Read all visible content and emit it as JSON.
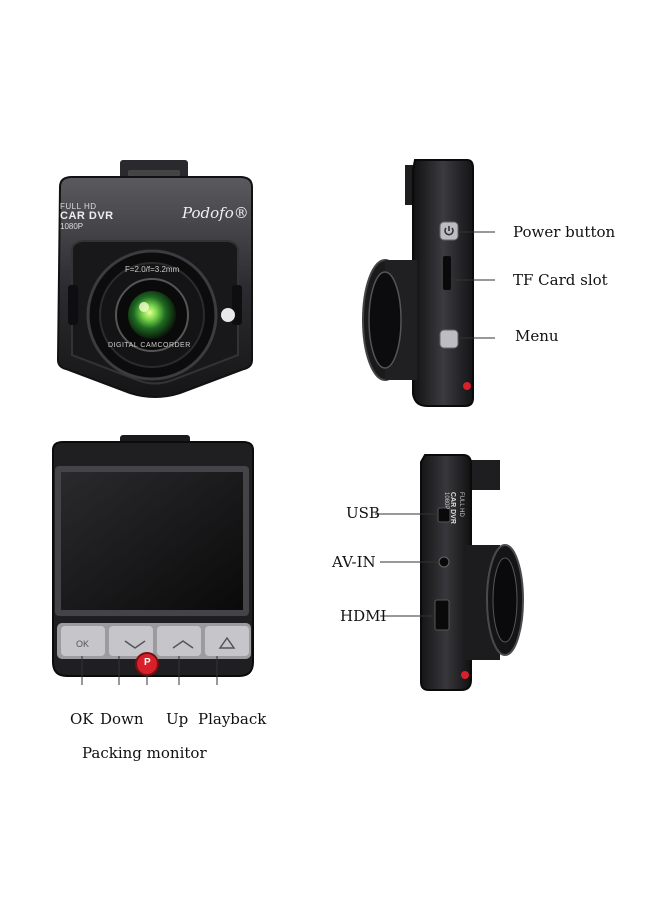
{
  "front": {
    "badge_line1": "FULL HD",
    "badge_line2": "CAR DVR",
    "badge_line3": "1080P",
    "brand": "Podofo®",
    "lens_spec": "F=2.0/f=3.2mm",
    "lens_ring_text": "DIGITAL CAMCORDER"
  },
  "side_right": {
    "power_label": "Power button",
    "tf_label": "TF Card slot",
    "menu_label": "Menu"
  },
  "back": {
    "ok_label": "OK",
    "down_label": "Down",
    "up_label": "Up",
    "playback_label": "Playback",
    "parking_label": "Packing monitor",
    "p_button_glyph": "P",
    "ok_button_glyph": "OK"
  },
  "side_left": {
    "usb_label": "USB",
    "av_label": "AV-IN",
    "hdmi_label": "HDMI",
    "badge_line1": "FULL HD",
    "badge_line2": "CAR DVR",
    "badge_line3": "1080P"
  },
  "colors": {
    "body_dark": "#1b1b1d",
    "body_mid": "#3a3a3e",
    "lens_green": "#5fc23a",
    "parking_red": "#d8202a"
  }
}
